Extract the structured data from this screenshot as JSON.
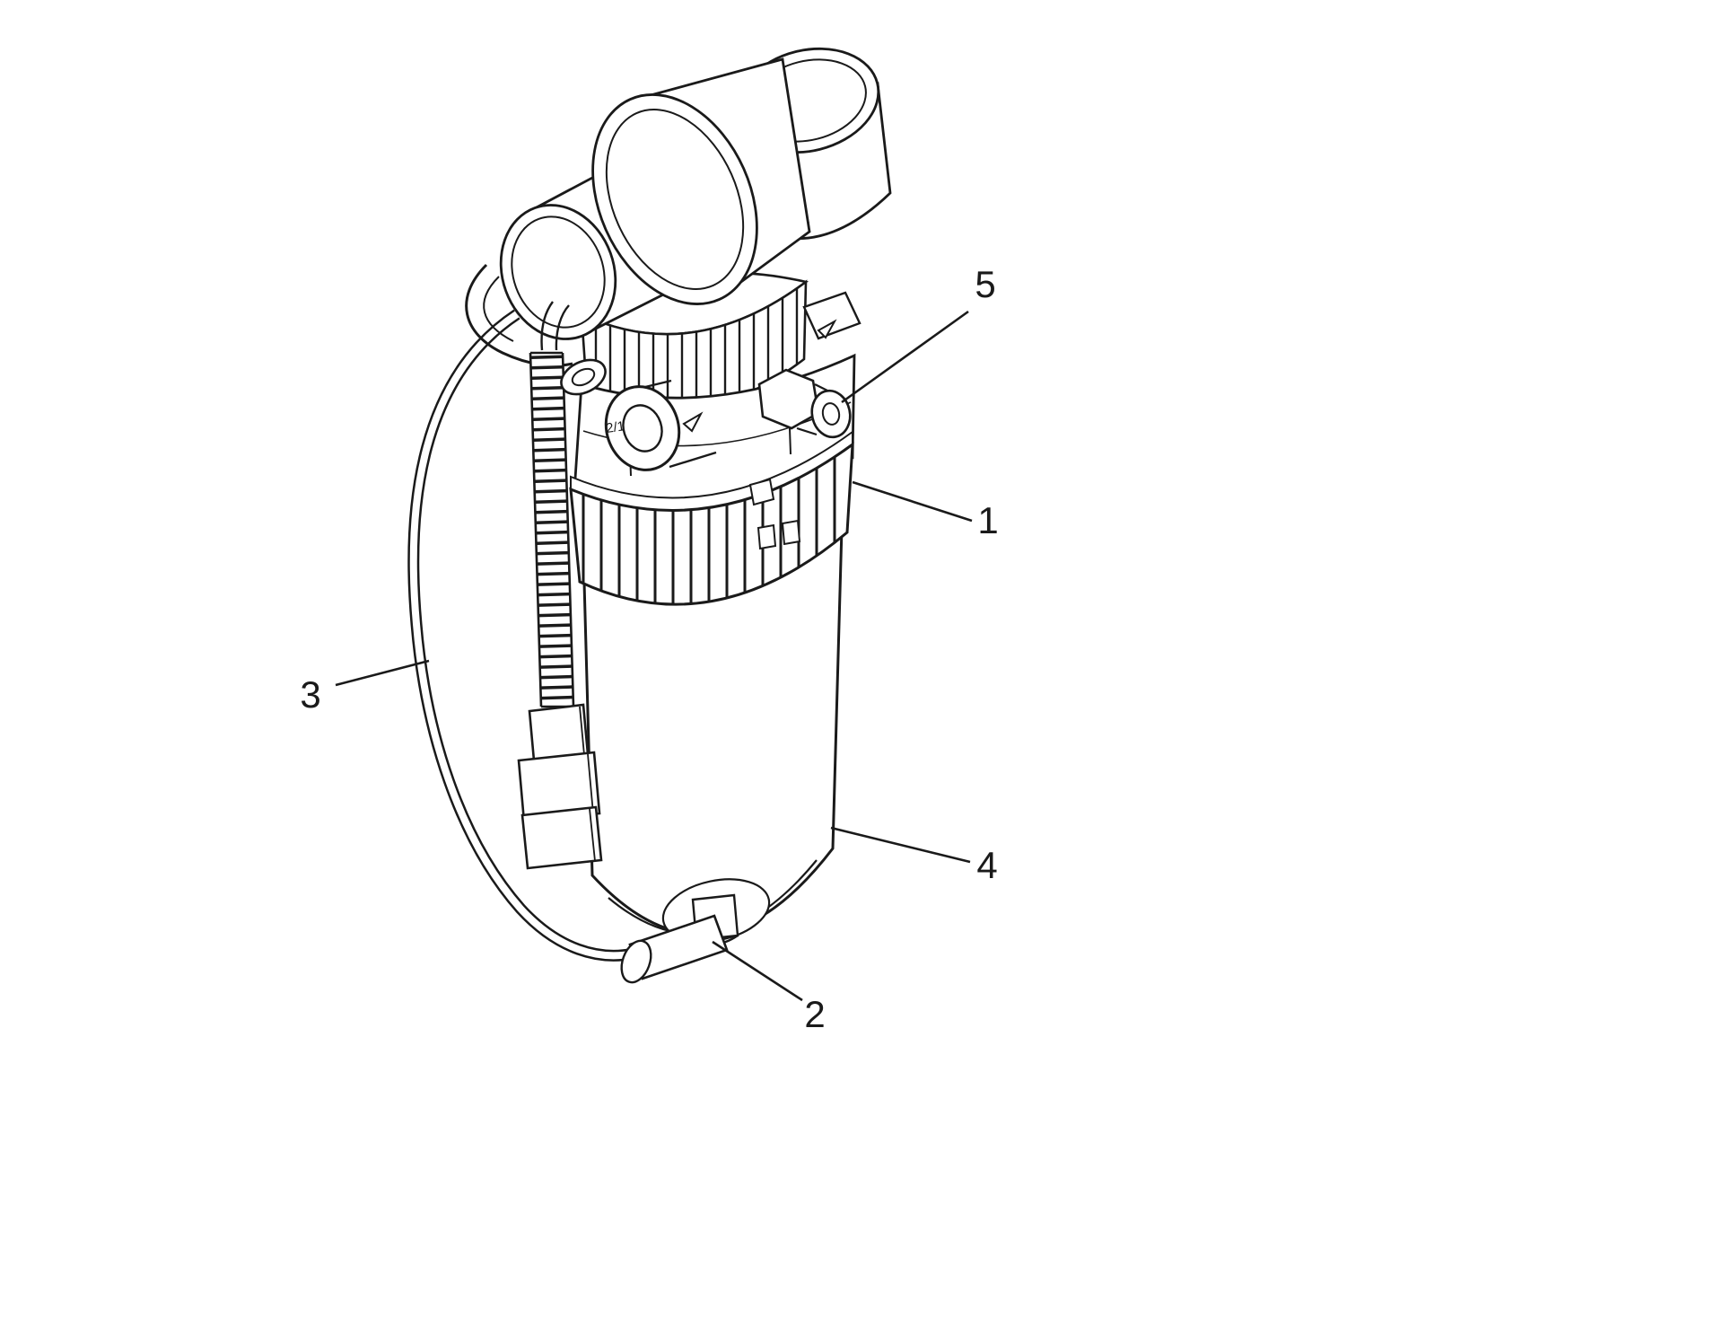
{
  "figure": {
    "type": "parts-diagram-line-drawing",
    "background": "#ffffff",
    "line_color": "#1a1a1a"
  },
  "callouts": [
    {
      "label": "1"
    },
    {
      "label": "2"
    },
    {
      "label": "3"
    },
    {
      "label": "4"
    },
    {
      "label": "5"
    }
  ],
  "marks": {
    "head_mark": "2/1"
  },
  "icons": {
    "flow_arrow": "triangle-arrow"
  }
}
